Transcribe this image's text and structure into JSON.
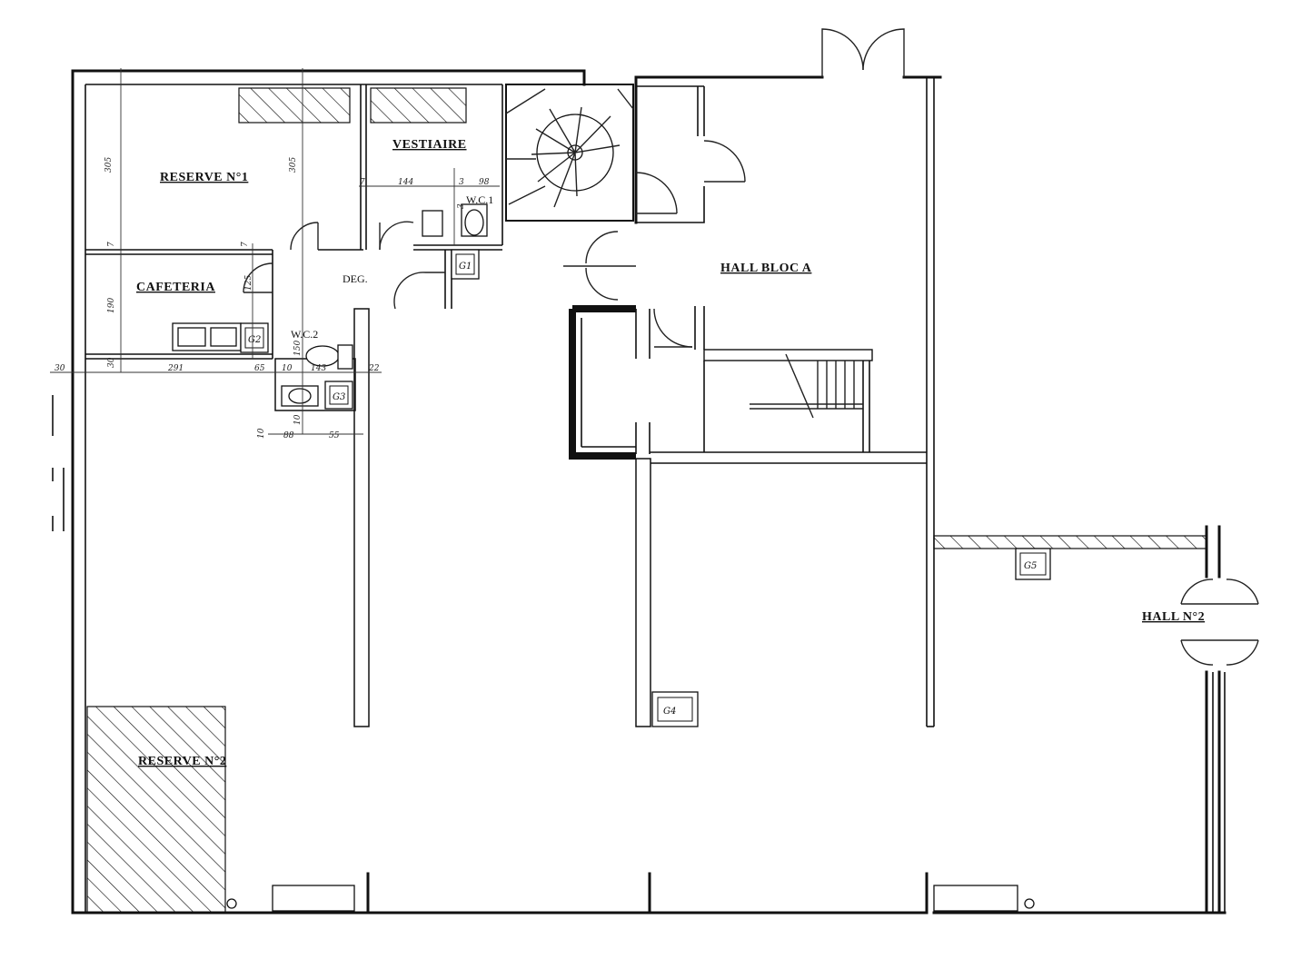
{
  "rooms": {
    "reserve1": "RESERVE N°1",
    "vestiaire": "VESTIAIRE",
    "wc1": "W.C.1",
    "cafeteria": "CAFETERIA",
    "deg": "DEG.",
    "wc2": "W.C.2",
    "hall_bloc_a": "HALL BLOC A",
    "hall2": "HALL N°2",
    "reserve2": "RESERVE N°2"
  },
  "shafts": {
    "g1": "G1",
    "g2": "G2",
    "g3": "G3",
    "g4": "G4",
    "g5": "G5"
  },
  "dimensions": {
    "d305a": "305",
    "d305b": "305",
    "d7a": "7",
    "d7b": "7",
    "d7c": "7",
    "d144": "144",
    "d98": "98",
    "d190": "190",
    "d125": "125",
    "d30a": "30",
    "d30b": "30",
    "d291": "291",
    "d65": "65",
    "d10a": "10",
    "d143": "143",
    "d22": "22",
    "d150": "150",
    "d10b": "10",
    "d88": "88",
    "d55": "55",
    "d10c": "10",
    "d3a": "3",
    "d3b": "3"
  }
}
